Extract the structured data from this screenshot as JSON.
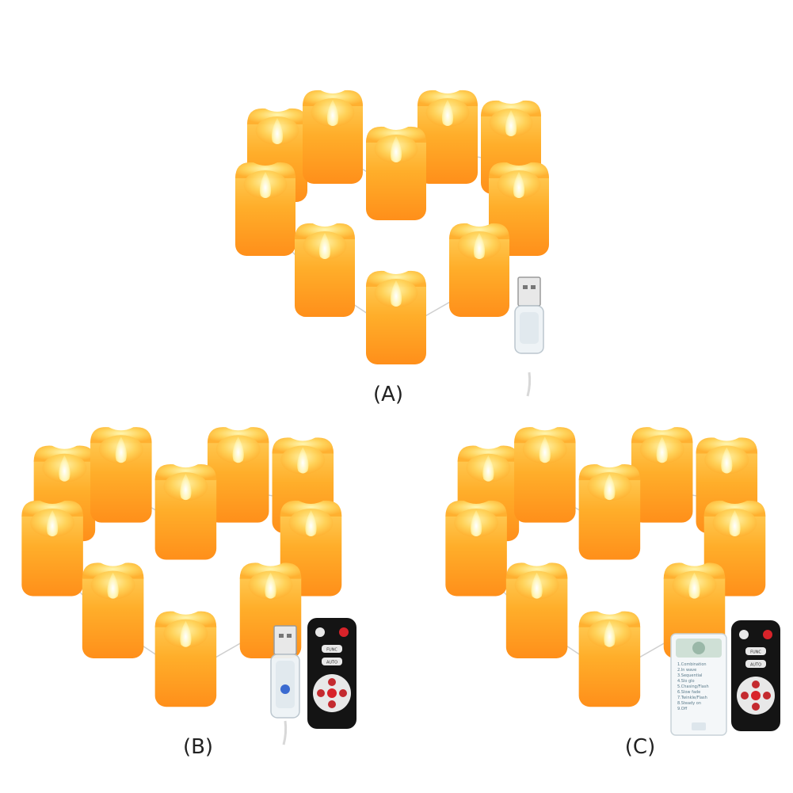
{
  "colors": {
    "candle_top": "#ffb347",
    "candle_body": "#ff9e1f",
    "flame": "#fff7c0",
    "wire": "#c8c8c8",
    "remote": "#151515"
  },
  "panels": [
    {
      "label": "(A)",
      "candle_count": 10,
      "accessories": [
        "usb-plug"
      ]
    },
    {
      "label": "(B)",
      "candle_count": 10,
      "accessories": [
        "usb-plug-controller",
        "remote-control"
      ]
    },
    {
      "label": "(C)",
      "candle_count": 10,
      "accessories": [
        "battery-box",
        "remote-control"
      ]
    }
  ],
  "remote": {
    "func_label": "FUNC",
    "auto_label": "AUTO"
  },
  "battery_box": {
    "modes": [
      "1.Combination",
      "2.In wave",
      "3.Sequential",
      "4.Slo glo",
      "5.Chasing/Flash",
      "6.Slow fade",
      "7.Twinkle/Flash",
      "8.Steady on",
      "9.Off"
    ]
  }
}
